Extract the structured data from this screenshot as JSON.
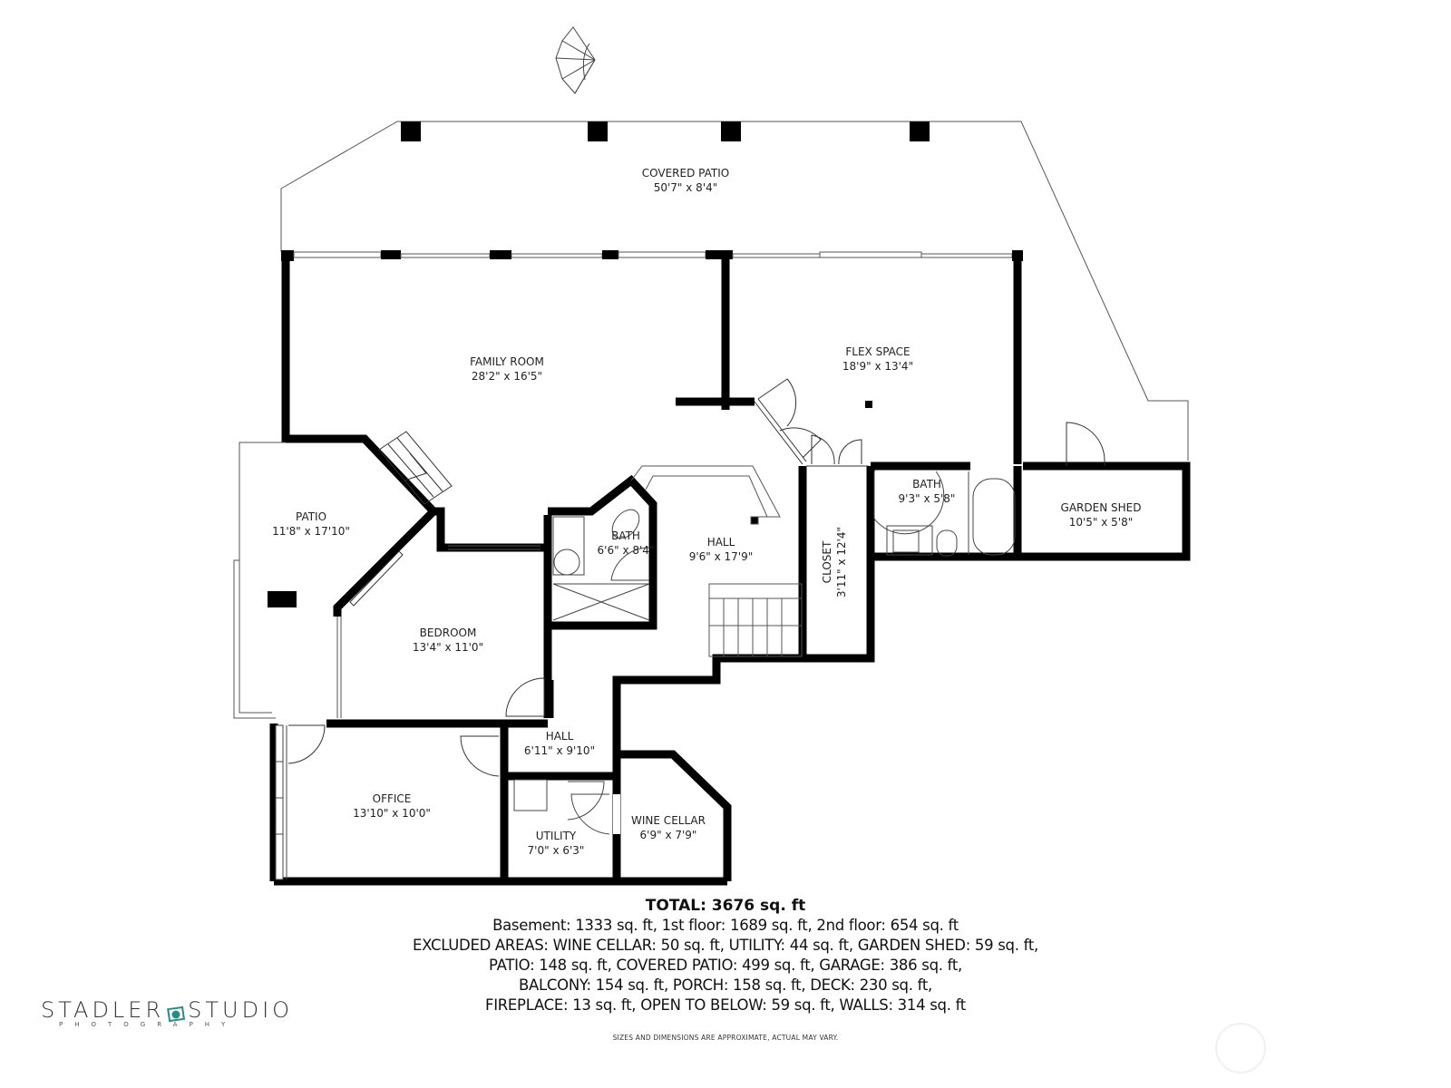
{
  "floorplan": {
    "rooms": [
      {
        "name": "COVERED PATIO",
        "dims": "50'7\" x 8'4\""
      },
      {
        "name": "FAMILY ROOM",
        "dims": "28'2\" x 16'5\""
      },
      {
        "name": "FLEX SPACE",
        "dims": "18'9\" x 13'4\""
      },
      {
        "name": "PATIO",
        "dims": "11'8\" x 17'10\""
      },
      {
        "name": "BATH",
        "dims": "6'6\" x 8'4\""
      },
      {
        "name": "HALL",
        "dims": "9'6\" x 17'9\""
      },
      {
        "name": "CLOSET",
        "dims": "3'11\" x 12'4\""
      },
      {
        "name": "BATH",
        "dims": "9'3\" x 5'8\""
      },
      {
        "name": "GARDEN SHED",
        "dims": "10'5\" x 5'8\""
      },
      {
        "name": "BEDROOM",
        "dims": "13'4\" x 11'0\""
      },
      {
        "name": "HALL",
        "dims": "6'11\" x 9'10\""
      },
      {
        "name": "OFFICE",
        "dims": "13'10\" x 10'0\""
      },
      {
        "name": "UTILITY",
        "dims": "7'0\" x 6'3\""
      },
      {
        "name": "WINE CELLAR",
        "dims": "6'9\" x 7'9\""
      }
    ]
  },
  "summary": {
    "total": "TOTAL: 3676 sq. ft",
    "lines": [
      "Basement: 1333 sq. ft, 1st floor: 1689 sq. ft, 2nd floor: 654 sq. ft",
      "EXCLUDED AREAS: WINE CELLAR: 50 sq. ft, UTILITY: 44 sq. ft, GARDEN SHED: 59 sq. ft,",
      "PATIO: 148 sq. ft, COVERED PATIO: 499 sq. ft, GARAGE: 386 sq. ft,",
      "BALCONY: 154 sq. ft, PORCH: 158 sq. ft, DECK: 230 sq. ft,",
      "FIREPLACE: 13 sq. ft, OPEN TO BELOW: 59 sq. ft, WALLS: 314 sq. ft"
    ],
    "disclaimer": "SIZES AND DIMENSIONS ARE APPROXIMATE, ACTUAL MAY VARY."
  },
  "logo": {
    "left": "STADLER",
    "right": "STUDIO",
    "sub": "PHOTOGRAPHY",
    "accent_color": "#2a8a86"
  },
  "colors": {
    "wall": "#000000",
    "line": "#555555",
    "background": "#ffffff"
  }
}
